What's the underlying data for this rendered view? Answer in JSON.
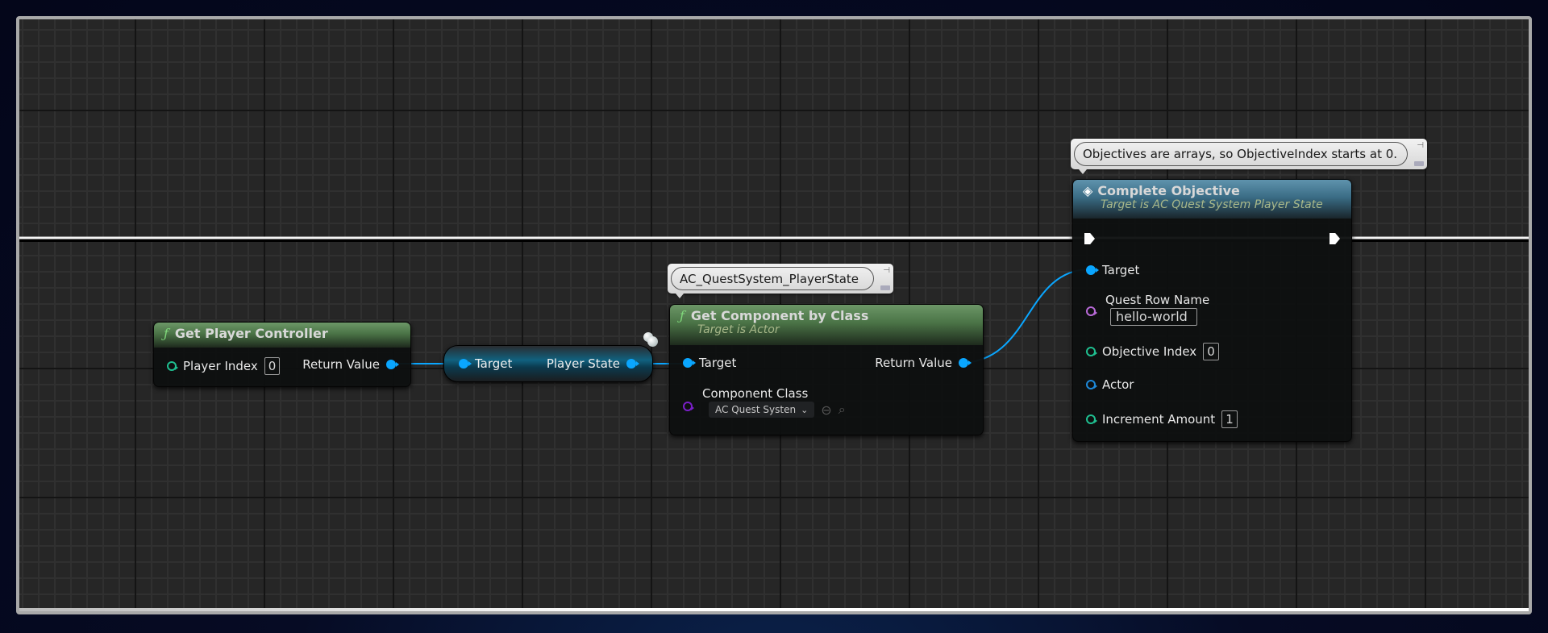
{
  "canvas": {
    "colors": {
      "grid_bg": "#262626",
      "grid_minor": "#303030",
      "grid_major": "#141414",
      "data_wire": "#0aa6ff",
      "exec_wire": "#ffffff"
    }
  },
  "nodes": {
    "get_player_controller": {
      "glyph": "ƒ",
      "title": "Get Player Controller",
      "inputs": [
        {
          "label": "Player Index",
          "value": "0",
          "pin_type": "integer"
        }
      ],
      "outputs": [
        {
          "label": "Return Value",
          "pin_type": "object"
        }
      ]
    },
    "player_state_getter": {
      "inputs": [
        {
          "label": "Target",
          "pin_type": "object"
        }
      ],
      "outputs": [
        {
          "label": "Player State",
          "pin_type": "object"
        }
      ]
    },
    "get_component_by_class": {
      "comment": "AC_QuestSystem_PlayerState",
      "glyph": "ƒ",
      "title": "Get Component by Class",
      "subtitle": "Target is Actor",
      "inputs": [
        {
          "label": "Target",
          "pin_type": "object"
        },
        {
          "label": "Component Class",
          "pin_type": "class",
          "value": "AC Quest Systen"
        }
      ],
      "outputs": [
        {
          "label": "Return Value",
          "pin_type": "object"
        }
      ]
    },
    "complete_objective": {
      "comment": "Objectives are arrays, so ObjectiveIndex starts at 0.",
      "glyph": "◈",
      "title": "Complete Objective",
      "subtitle": "Target is AC Quest System Player State",
      "inputs": [
        {
          "label": "Target",
          "pin_type": "object"
        },
        {
          "label": "Quest Row Name",
          "value": "hello-world",
          "pin_type": "name"
        },
        {
          "label": "Objective Index",
          "value": "0",
          "pin_type": "integer"
        },
        {
          "label": "Actor",
          "pin_type": "object"
        },
        {
          "label": "Increment Amount",
          "value": "1",
          "pin_type": "integer"
        }
      ]
    }
  }
}
